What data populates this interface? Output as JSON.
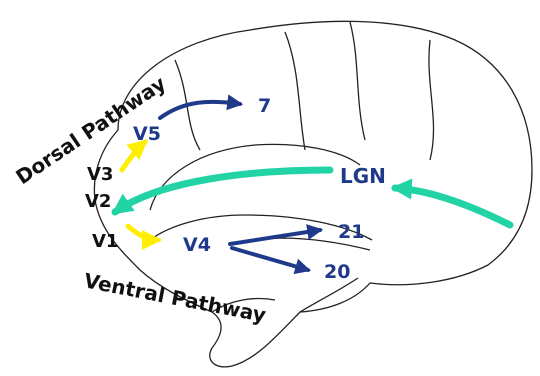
{
  "labels": {
    "dorsal_pathway": "Dorsal Pathway",
    "ventral_pathway": "Ventral Pathway",
    "v1": "V1",
    "v2": "V2",
    "v3": "V3",
    "v4": "V4",
    "v5": "V5",
    "lgn": "LGN",
    "area_7": "7",
    "area_21": "21",
    "area_20": "20"
  },
  "colors": {
    "outline": "#222222",
    "teal_arrow": "#22d3a6",
    "yellow_arrow": "#ffee00",
    "blue_arrow": "#1f3a8a",
    "blue_label": "#1f3a8a",
    "black_label": "#111111"
  }
}
